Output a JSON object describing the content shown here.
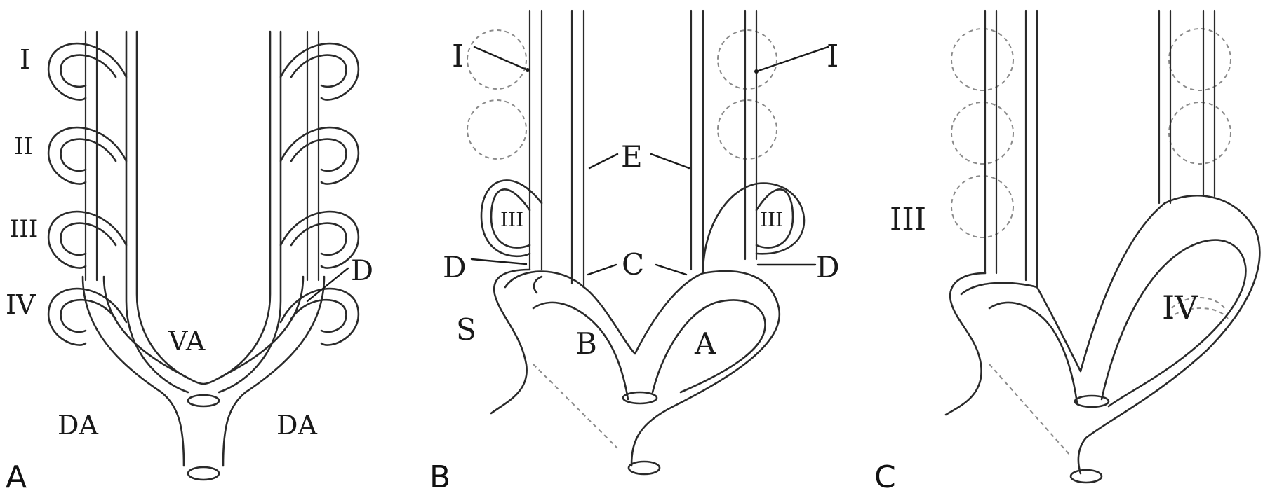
{
  "panels": [
    {
      "letter": "A",
      "labels": {
        "arch_1": "I",
        "arch_2": "II",
        "arch_3": "III",
        "arch_4": "IV",
        "ductus": "D",
        "ventral_aorta": "VA",
        "dorsal_aorta_left": "DA",
        "dorsal_aorta_right": "DA"
      }
    },
    {
      "letter": "B",
      "labels": {
        "arch_1_left": "I",
        "arch_1_right": "I",
        "external": "E",
        "arch_3_left": "III",
        "arch_3_right": "III",
        "common_left": "C",
        "ductus_left": "D",
        "ductus_right": "D",
        "subclavian": "S",
        "brachiocephalic": "B",
        "aorta": "A"
      }
    },
    {
      "letter": "C",
      "labels": {
        "arch_3": "III",
        "arch_4": "IV"
      }
    }
  ]
}
